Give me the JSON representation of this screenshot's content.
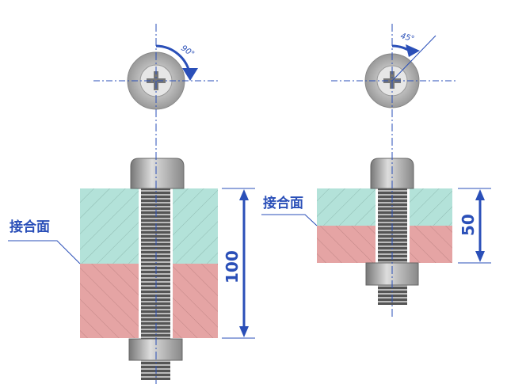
{
  "colors": {
    "accent": "#2a4fb8",
    "upper_plate": "#b3e2d9",
    "lower_plate": "#e5a4a4"
  },
  "left": {
    "label": "接合面",
    "dimension": "100",
    "angle": "90°"
  },
  "right": {
    "label": "接合面",
    "dimension": "50",
    "angle": "45°"
  }
}
